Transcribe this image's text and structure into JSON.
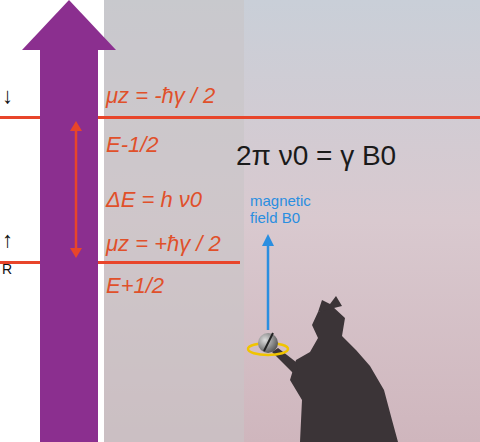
{
  "diagram": {
    "labels": [
      "↓",
      "μz = -ħγ / 2",
      "E-1/2",
      "2π ν0 = γ B0",
      "ΔE = h ν0",
      "magnetic field B0",
      "↑",
      "μz = +ħγ / 2",
      "E+1/2",
      "R"
    ]
  }
}
